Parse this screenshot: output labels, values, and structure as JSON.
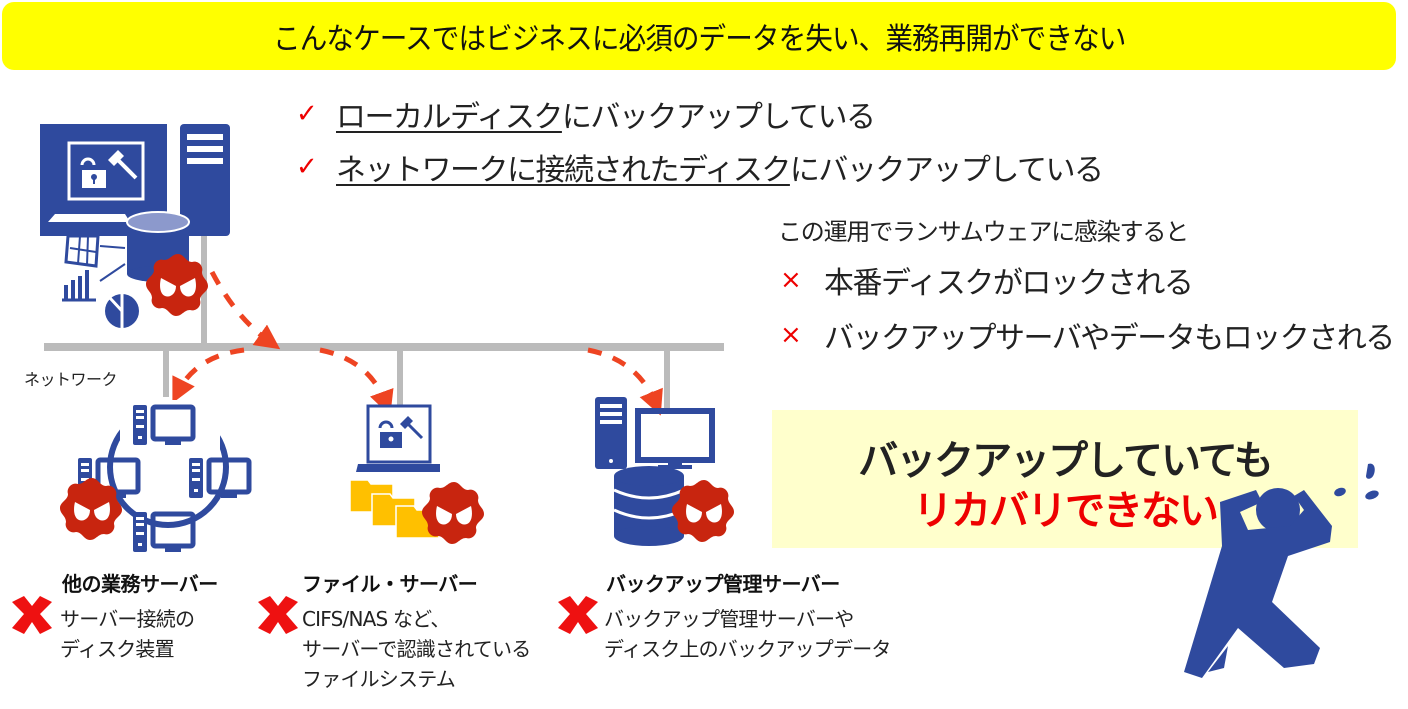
{
  "banner": {
    "title": "こんなケースではビジネスに必須のデータを失い、業務再開ができない"
  },
  "checks": [
    {
      "underlined": "ローカルディスク",
      "rest": "にバックアップしている"
    },
    {
      "underlined": "ネットワークに接続されたディスク",
      "rest": "にバックアップしている"
    }
  ],
  "infection": {
    "intro": "この運用でランサムウェアに感染すると",
    "items": [
      "本番ディスクがロックされる",
      "バックアップサーバやデータもロックされる"
    ]
  },
  "network": {
    "label": "ネットワーク"
  },
  "nodes": [
    {
      "title": "他の業務サーバー",
      "desc": [
        "サーバー接続の",
        "ディスク装置"
      ]
    },
    {
      "title": "ファイル・サーバー",
      "desc": [
        "CIFS/NAS など、",
        "サーバーで認識されている",
        "ファイルシステム"
      ]
    },
    {
      "title": "バックアップ管理サーバー",
      "desc": [
        "バックアップ管理サーバーや",
        "ディスク上のバックアップデータ"
      ]
    }
  ],
  "callout": {
    "line1": "バックアップしていても",
    "line2": "リカバリできない"
  },
  "symbols": {
    "check": "✓",
    "cross": "×"
  },
  "colors": {
    "banner": "#ffff00",
    "icon_blue": "#2f4a9e",
    "virus_red": "#c8250f",
    "arrow": "#ee4422",
    "alert_red": "#ee0000",
    "callout_bg": "#ffffcc",
    "network_gray": "#bbbbbb",
    "folder": "#ffc000"
  }
}
